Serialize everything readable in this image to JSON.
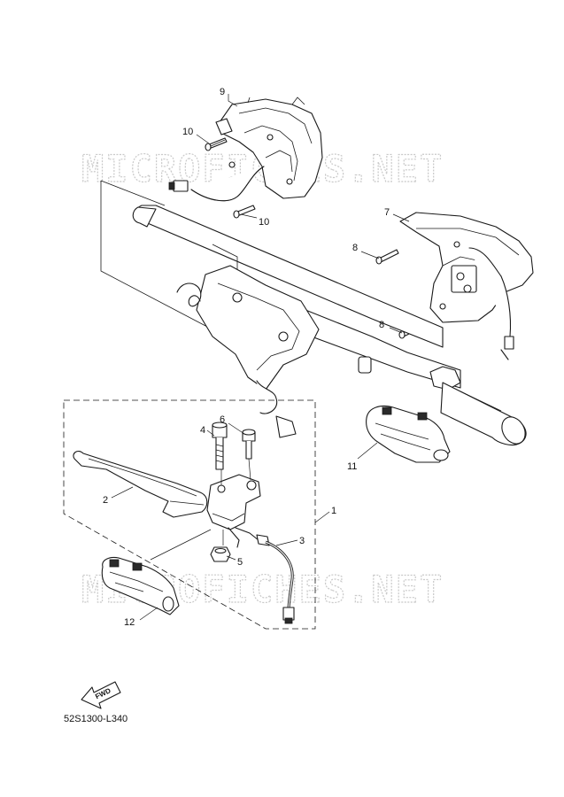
{
  "watermark": "MICROFICHES.NET",
  "diagram_code": "52S1300-L340",
  "fwd_label": "FWD",
  "callouts": {
    "c1": "1",
    "c2": "2",
    "c3": "3",
    "c4": "4",
    "c5": "5",
    "c6": "6",
    "c7": "7",
    "c8a": "8",
    "c8b": "8",
    "c9": "9",
    "c10a": "10",
    "c10b": "10",
    "c11": "11",
    "c12": "12"
  }
}
